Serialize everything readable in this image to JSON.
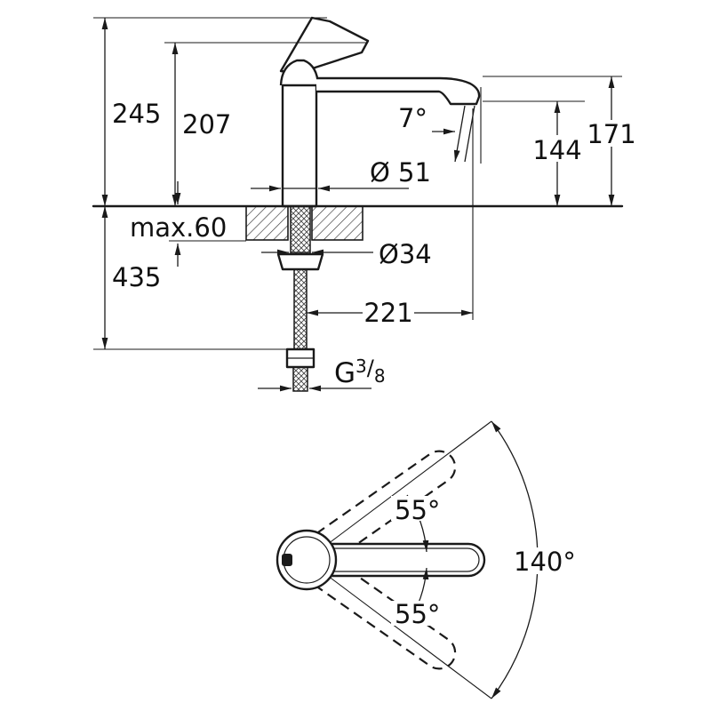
{
  "colors": {
    "line": "#1a1a1a",
    "background": "#ffffff"
  },
  "side_view": {
    "overall_height": "245",
    "body_height": "207",
    "below_counter_depth": "435",
    "max_counter_thickness": "max.60",
    "body_diameter": "Ø 51",
    "hole_diameter": "Ø34",
    "spout_outlet_height": "144",
    "spout_top_height": "171",
    "stream_angle": "7°",
    "spout_reach": "221",
    "thread": {
      "prefix": "G",
      "numerator": "3",
      "slash": "/",
      "denominator": "8"
    }
  },
  "top_view": {
    "swivel_upper": "55°",
    "swivel_lower": "55°",
    "swivel_total": "140°"
  }
}
